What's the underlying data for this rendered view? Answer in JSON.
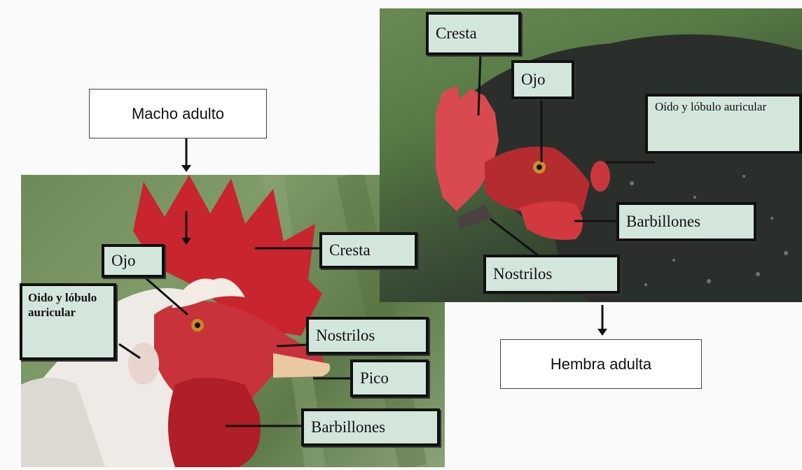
{
  "rooster": {
    "title": "Macho adulto",
    "labels": {
      "cresta": "Cresta",
      "ojo": "Ojo",
      "oido": "Oido y lóbulo auricular",
      "nostrilos": "Nostrilos",
      "pico": "Pico",
      "barbillones": "Barbillones"
    }
  },
  "hen": {
    "title": "Hembra adulta",
    "labels": {
      "cresta": "Cresta",
      "ojo": "Ojo",
      "oido": "Oído y lóbulo auricular",
      "barbillones": "Barbillones",
      "nostrilos": "Nostrilos"
    }
  },
  "colors": {
    "label_fill": "#d3e6dc",
    "comb_red": "#c8252e",
    "hen_feathers": "#2b2f2b"
  }
}
